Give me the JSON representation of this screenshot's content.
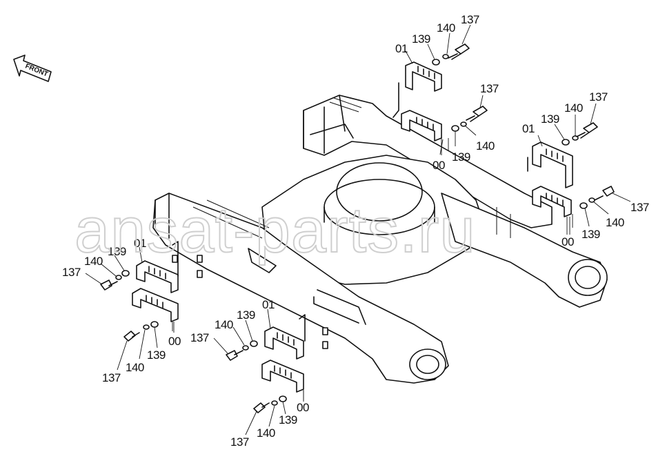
{
  "direction_indicator": {
    "label": "FRONT",
    "icon": "front-arrow-icon"
  },
  "watermark": {
    "text": "ansat-parts.ru"
  },
  "callouts": {
    "bolt": "137",
    "washer_139": "139",
    "washer_140": "140",
    "upper_guide": "01",
    "lower_guide": "00"
  },
  "colors": {
    "line": "#111111",
    "watermark": "#cfcfcf",
    "background": "#ffffff"
  }
}
